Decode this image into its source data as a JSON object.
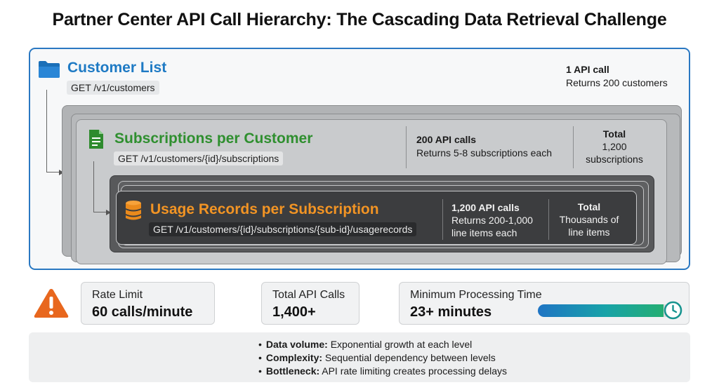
{
  "title": "Partner Center API Call Hierarchy: The Cascading Data Retrieval Challenge",
  "levels": [
    {
      "name": "Customer List",
      "endpoint": "GET /v1/customers",
      "calls": "1 API call",
      "returns": "Returns 200 customers",
      "icon": "folder-icon",
      "color": "#1e7ac4"
    },
    {
      "name": "Subscriptions per Customer",
      "endpoint": "GET /v1/customers/{id}/subscriptions",
      "calls": "200 API calls",
      "returns": "Returns 5-8 subscriptions each",
      "total_label": "Total",
      "total_line1": "1,200",
      "total_line2": "subscriptions",
      "icon": "document-icon",
      "color": "#2f8f2f"
    },
    {
      "name": "Usage Records per Subscription",
      "endpoint": "GET /v1/customers/{id}/subscriptions/{sub-id}/usagerecords",
      "calls": "1,200 API calls",
      "returns_line1": "Returns 200-1,000",
      "returns_line2": "line items each",
      "total_label": "Total",
      "total_line1": "Thousands of",
      "total_line2": "line items",
      "icon": "database-icon",
      "color": "#f29424"
    }
  ],
  "metrics": {
    "rate_limit": {
      "label": "Rate Limit",
      "value": "60 calls/minute",
      "icon": "warning-icon"
    },
    "total_calls": {
      "label": "Total API Calls",
      "value": "1,400+"
    },
    "processing_time": {
      "label": "Minimum Processing Time",
      "value": "23+ minutes",
      "progress": 0.93,
      "icon": "clock-icon"
    }
  },
  "notes": [
    {
      "label": "Data volume:",
      "text": " Exponential growth at each level"
    },
    {
      "label": "Complexity:",
      "text": " Sequential dependency between levels"
    },
    {
      "label": "Bottleneck:",
      "text": " API rate limiting creates processing delays"
    }
  ]
}
